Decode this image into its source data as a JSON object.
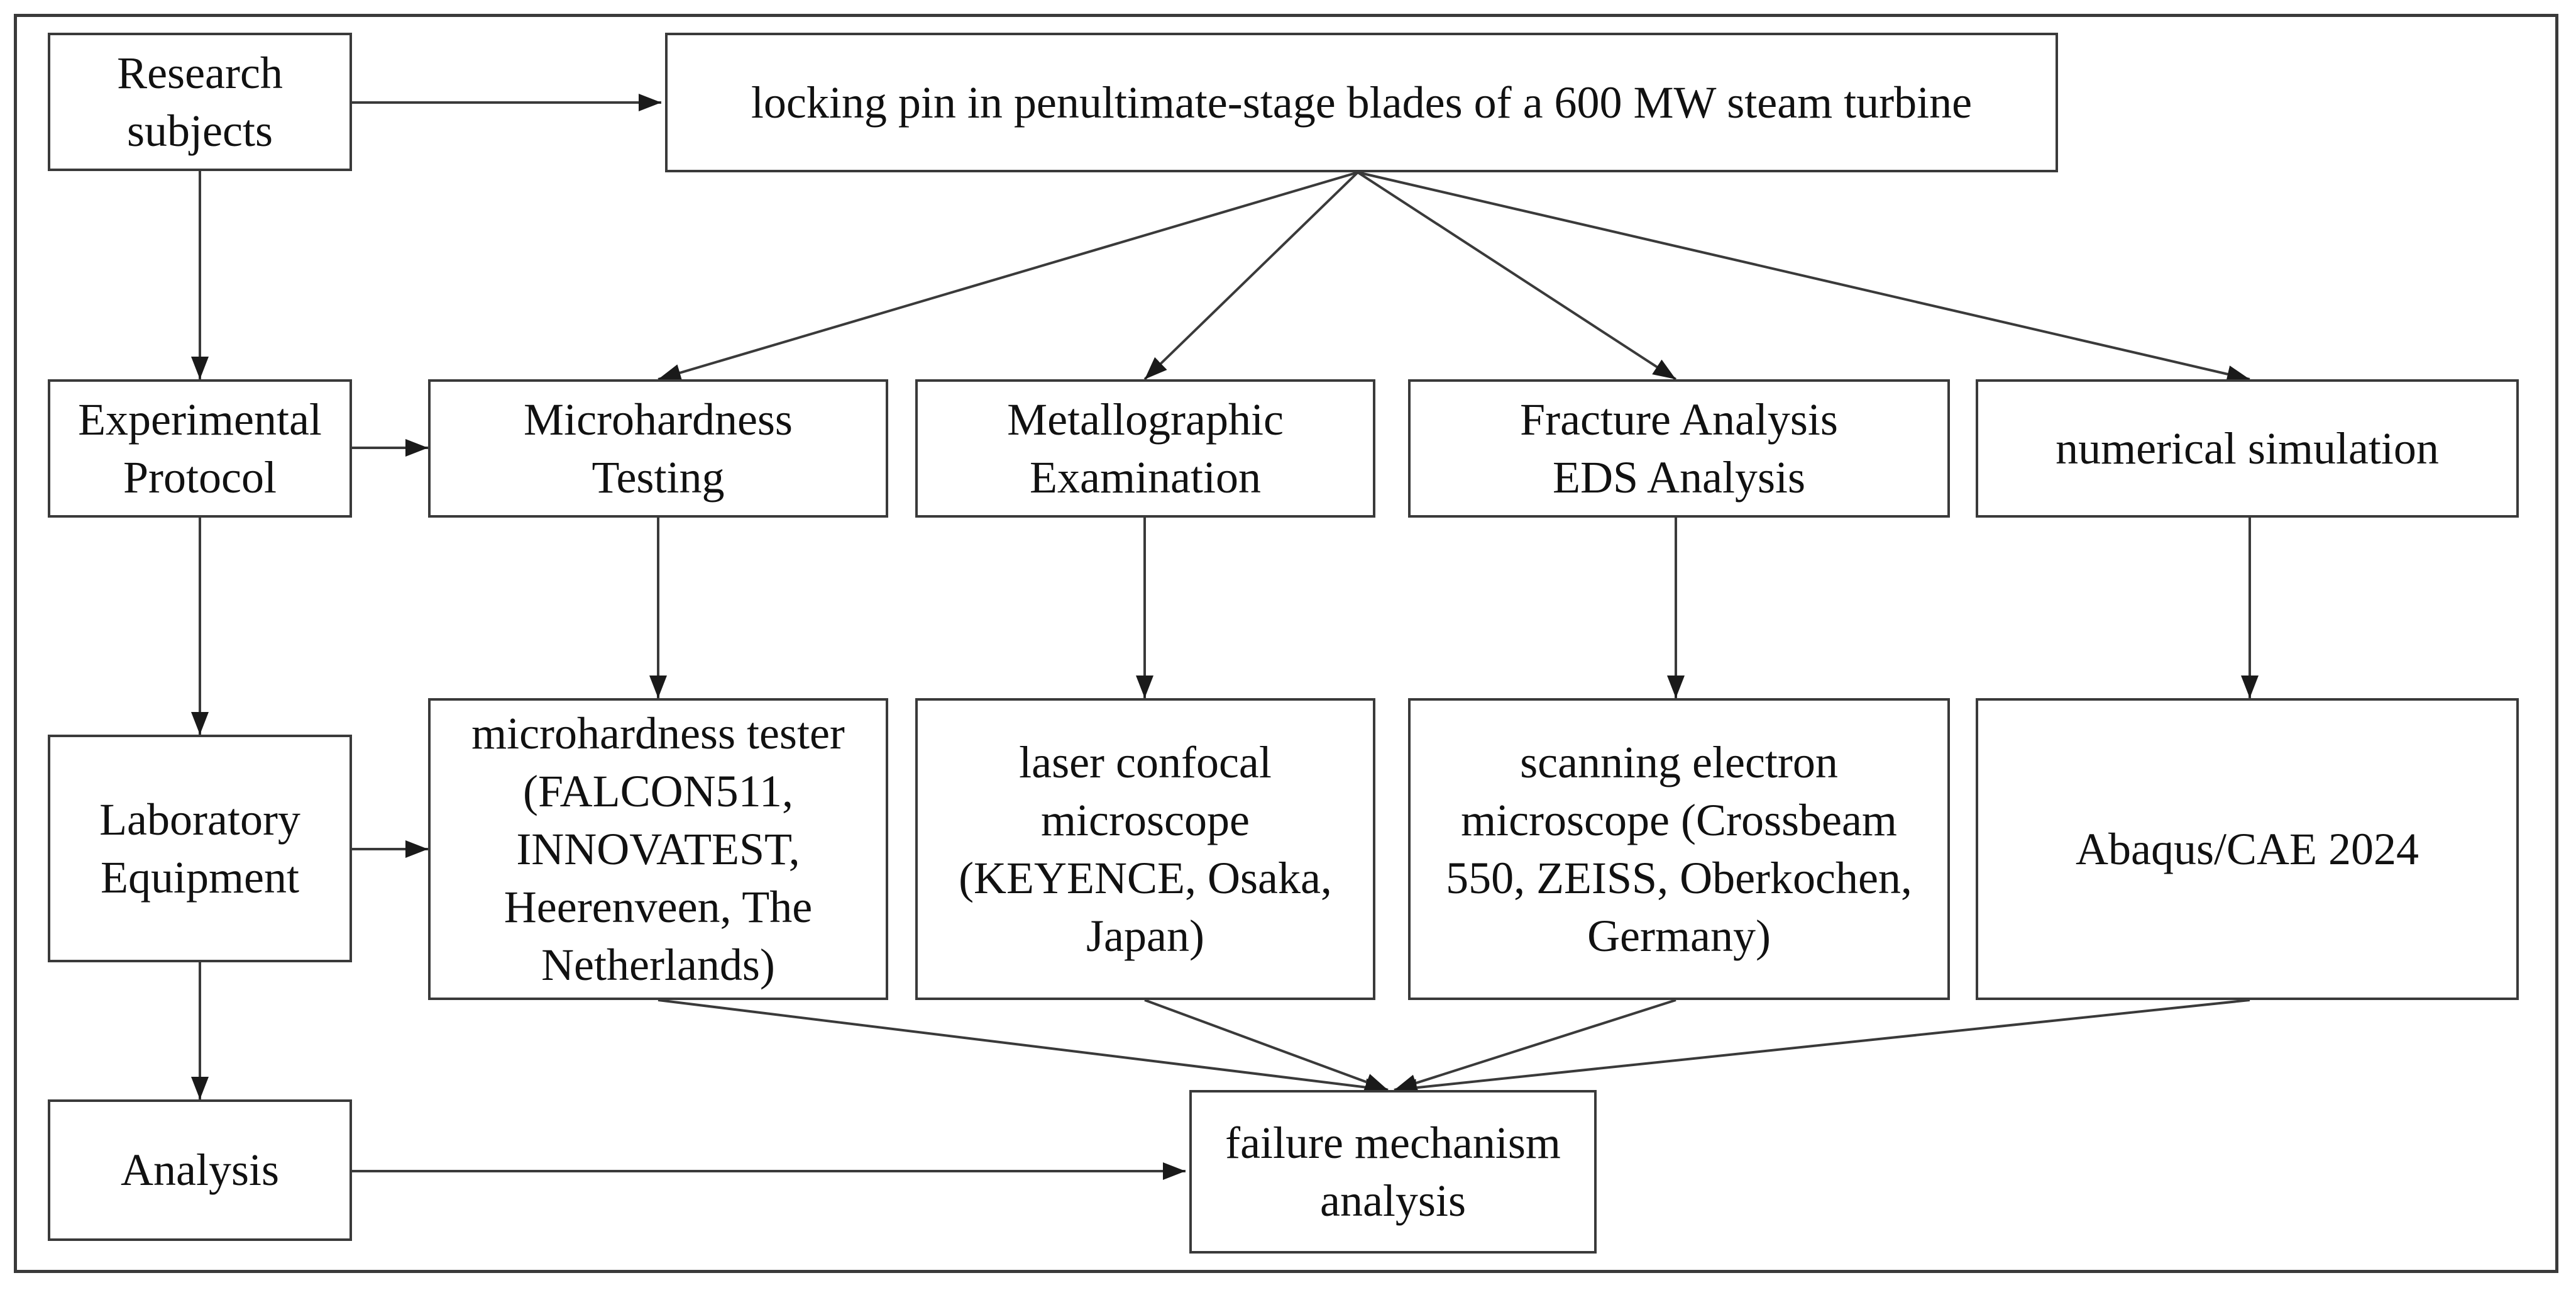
{
  "diagram": {
    "rows": {
      "research_subjects": "Research\nsubjects",
      "experimental_protocol": "Experimental\nProtocol",
      "laboratory_equipment": "Laboratory\nEquipment",
      "analysis": "Analysis"
    },
    "subject": "locking pin in penultimate-stage blades of a 600 MW steam turbine",
    "methods": {
      "microhardness": "Microhardness\nTesting",
      "metallographic": "Metallographic\nExamination",
      "fracture": "Fracture Analysis\nEDS Analysis",
      "simulation": "numerical simulation"
    },
    "equipment": {
      "microhardness_tester": "microhardness tester\n(FALCON511,\nINNOVATEST,\nHeerenveen, The\nNetherlands)",
      "confocal": "laser confocal\nmicroscope\n(KEYENCE, Osaka,\nJapan)",
      "sem": "scanning electron\nmicroscope (Crossbeam\n550, ZEISS, Oberkochen,\nGermany)",
      "abaqus": "Abaqus/CAE 2024"
    },
    "outcome": "failure mechanism\nanalysis"
  },
  "colors": {
    "line": "#3a3a3a",
    "text": "#111111",
    "background": "#ffffff"
  }
}
